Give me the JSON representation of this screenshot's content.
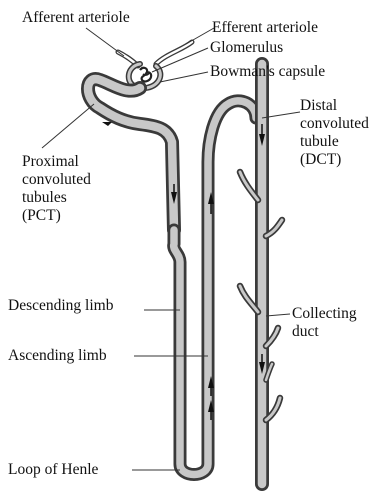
{
  "diagram": {
    "labels": {
      "afferent": "Afferent arteriole",
      "efferent": "Efferent arteriole",
      "glomerulus": "Glomerulus",
      "bowman": "Bowman's capsule",
      "pct_1": "Proximal",
      "pct_2": "convoluted",
      "pct_3": "tubules",
      "pct_4": "(PCT)",
      "dct_1": "Distal",
      "dct_2": "convoluted",
      "dct_3": "tubule",
      "dct_4": "(DCT)",
      "descending": "Descending limb",
      "ascending": "Ascending limb",
      "collecting_1": "Collecting",
      "collecting_2": "duct",
      "loop": "Loop of Henle"
    },
    "colors": {
      "tube_stroke": "#3a3a3a",
      "tube_fill": "#c8c8c8",
      "glomerulus": "#222222",
      "background": "#ffffff"
    }
  }
}
